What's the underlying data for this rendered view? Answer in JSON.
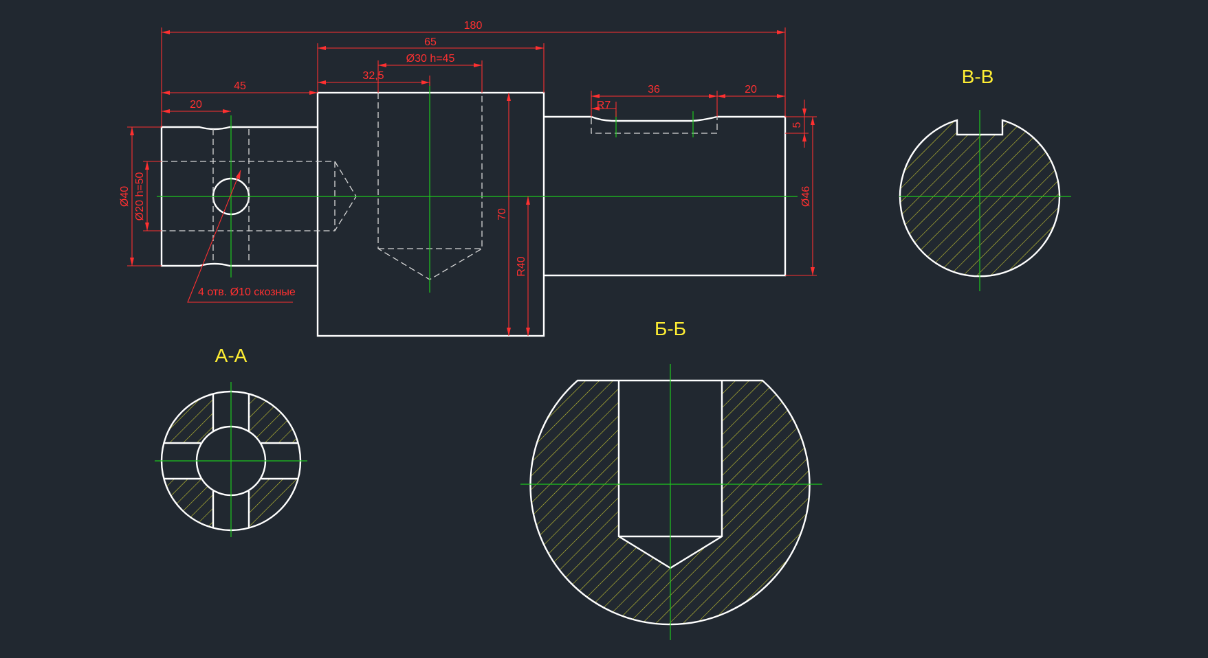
{
  "colors": {
    "background": "#212830",
    "outline": "#ffffff",
    "hidden": "#d8d8d8",
    "centerline": "#1ec81e",
    "dimension": "#ff3030",
    "hatch": "#c8c832",
    "section_label": "#ffee33"
  },
  "dimensions": {
    "total_length": "180",
    "flange_length": "65",
    "blind_hole": "Ø30 h=45",
    "hole_offset": "32,5",
    "left_part_length": "45",
    "cross_hole_offset": "20",
    "keyway_radius": "R7",
    "keyway_length": "36",
    "keyway_end_offset": "20",
    "keyway_depth": "5",
    "left_diameter": "Ø40",
    "bore": "Ø20 h=50",
    "flange_height": "70",
    "flange_radius": "R40",
    "right_diameter": "Ø46",
    "holes_note": "4 отв. Ø10 скозные"
  },
  "sections": {
    "a": "А-А",
    "b": "Б-Б",
    "v": "В-В"
  }
}
